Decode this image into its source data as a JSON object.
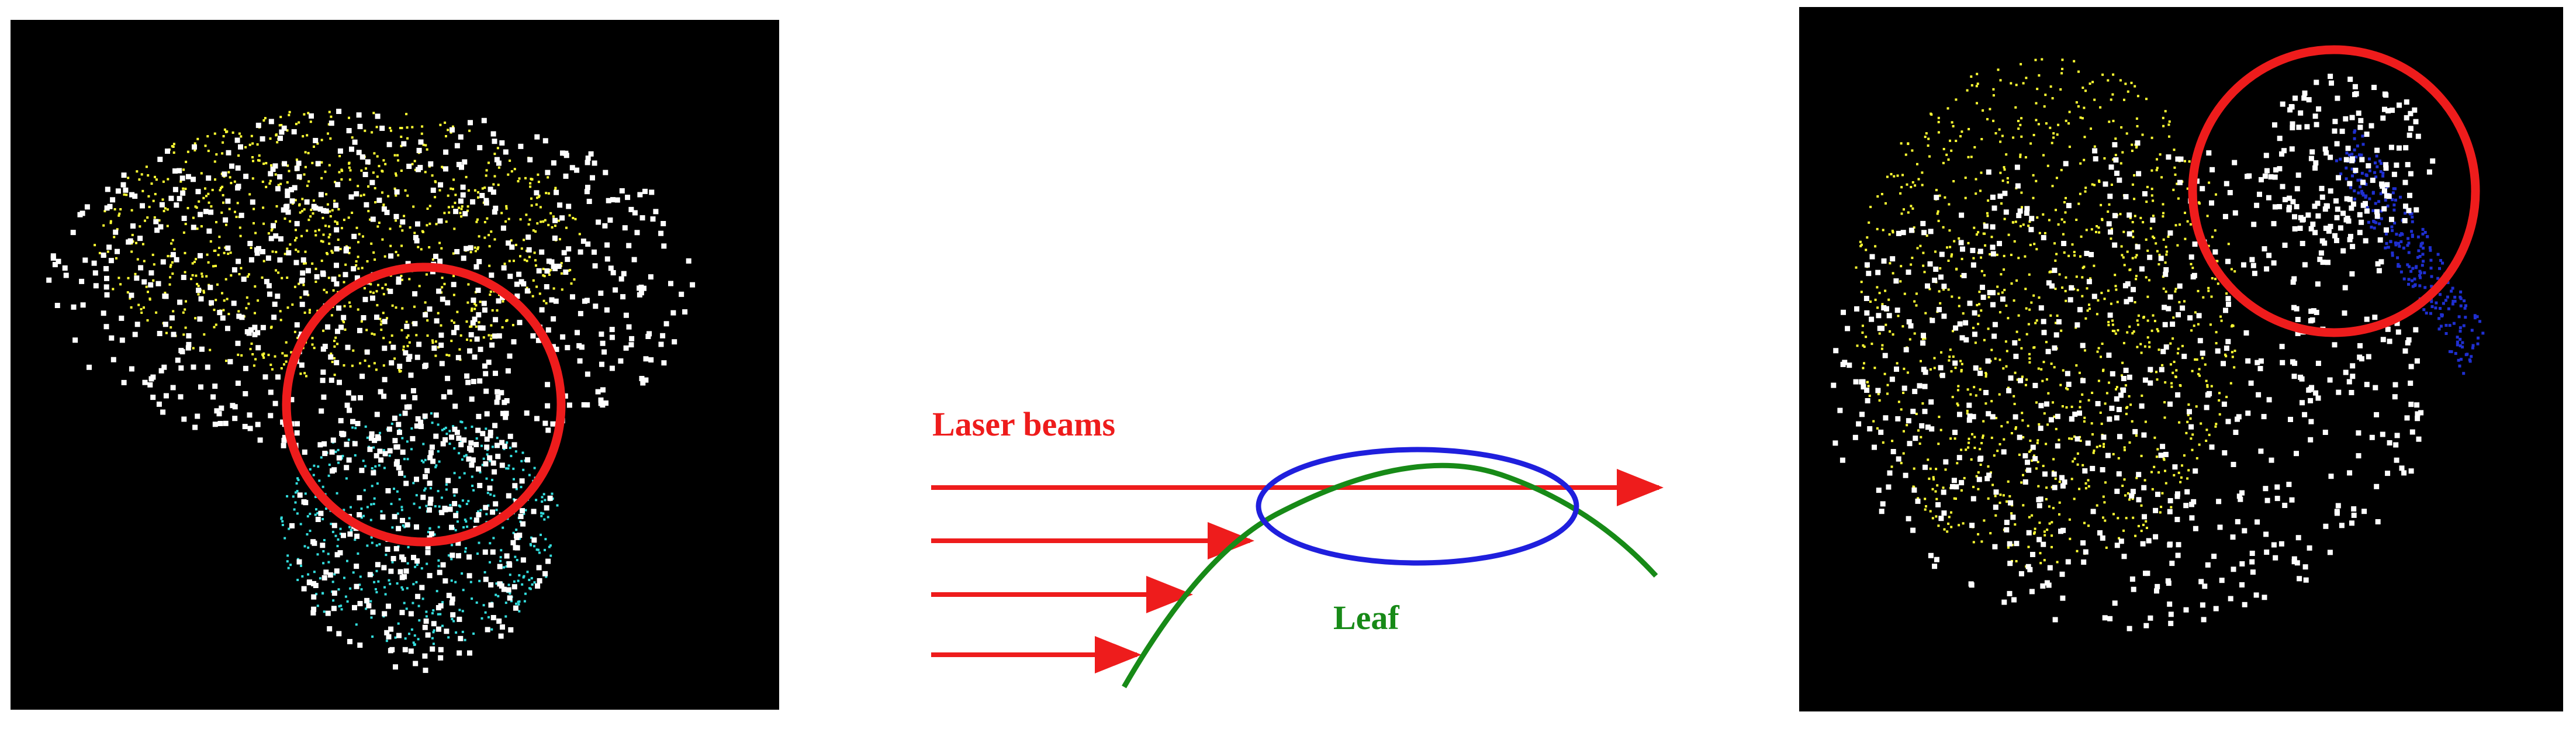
{
  "colors": {
    "background": "#ffffff",
    "panel_background": "#000000",
    "points_white": "#ffffff",
    "points_yellow": "#ffff33",
    "points_cyan": "#33dddd",
    "points_blue": "#1f2fd0",
    "highlight_circle": "#ee1c1c",
    "laser": "#ee1c1c",
    "leaf": "#178a17",
    "overlap_ellipse": "#1f1fdd"
  },
  "diagram": {
    "laser_label": "Laser beams",
    "leaf_label": "Leaf",
    "beam_count": 4
  },
  "panels": {
    "left": {
      "description_icon": "point-cloud-leaf-view-1"
    },
    "right": {
      "description_icon": "point-cloud-leaf-view-2"
    }
  }
}
